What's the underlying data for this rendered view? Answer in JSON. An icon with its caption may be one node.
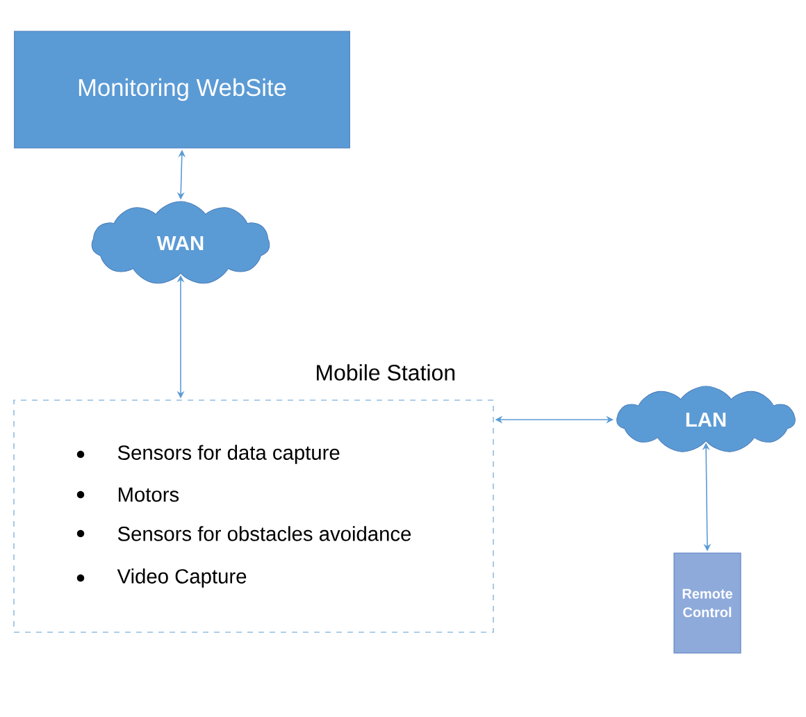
{
  "diagram": {
    "nodes": [
      {
        "text": [
          "Monitoring WebSite"
        ]
      },
      {
        "text": [
          "WAN"
        ]
      },
      {
        "text": [
          "Mobile Station",
          "Sensors for data capture",
          "Motors",
          "Sensors for obstacles avoidance",
          "Video Capture"
        ]
      },
      {
        "text": [
          "LAN"
        ]
      },
      {
        "text": [
          "Remote Control"
        ]
      }
    ],
    "edges": [
      {
        "from": 0,
        "to": 1,
        "arrow": "both"
      },
      {
        "from": 1,
        "to": 2,
        "arrow": "both"
      },
      {
        "from": 2,
        "to": 3,
        "arrow": "both"
      },
      {
        "from": 3,
        "to": 4,
        "arrow": "both"
      }
    ]
  }
}
